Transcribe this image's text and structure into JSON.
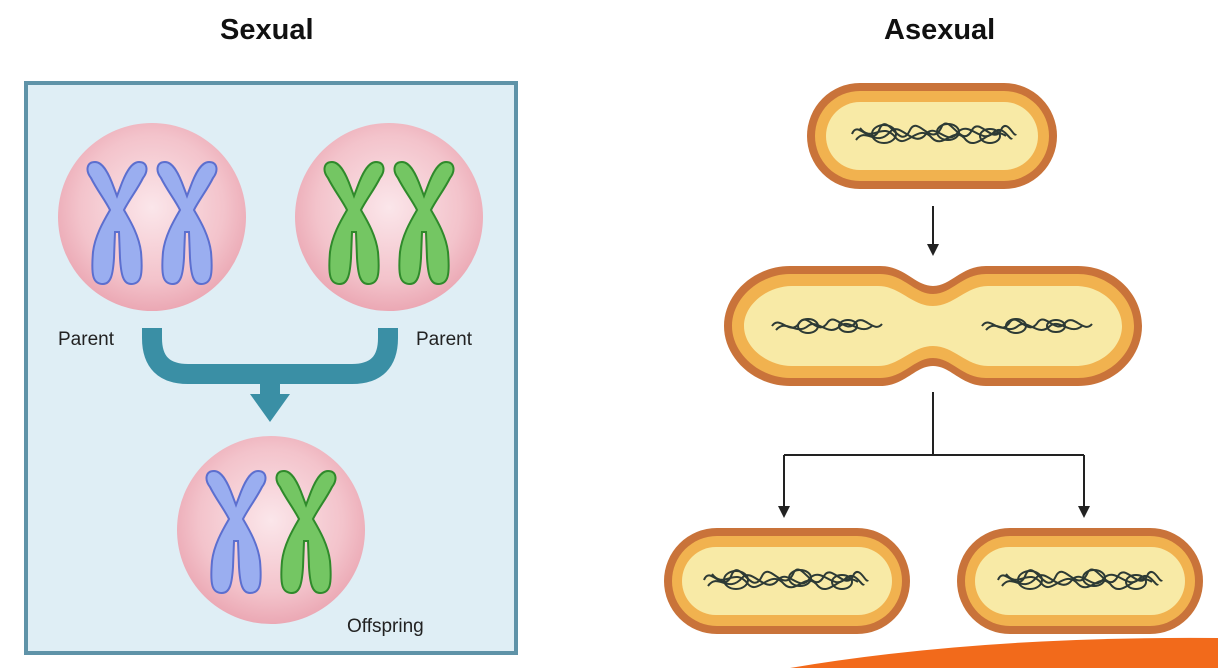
{
  "titles": {
    "sexual": "Sexual",
    "asexual": "Asexual"
  },
  "labels": {
    "parent_left": "Parent",
    "parent_right": "Parent",
    "offspring": "Offspring"
  },
  "colors": {
    "panel_fill": "#dfeef5",
    "panel_border": "#5f93a8",
    "cell_pink": "#f0b6c0",
    "chromosome_blue": "#8fa3e8",
    "chromosome_green": "#6bbf5a",
    "flow_arrow": "#3a8fa5",
    "bacterium_outer": "#c9733a",
    "bacterium_mid": "#f1b24f",
    "bacterium_inner": "#f8eaa6",
    "dna": "#2d3a35",
    "accent_orange": "#f26a1b"
  }
}
